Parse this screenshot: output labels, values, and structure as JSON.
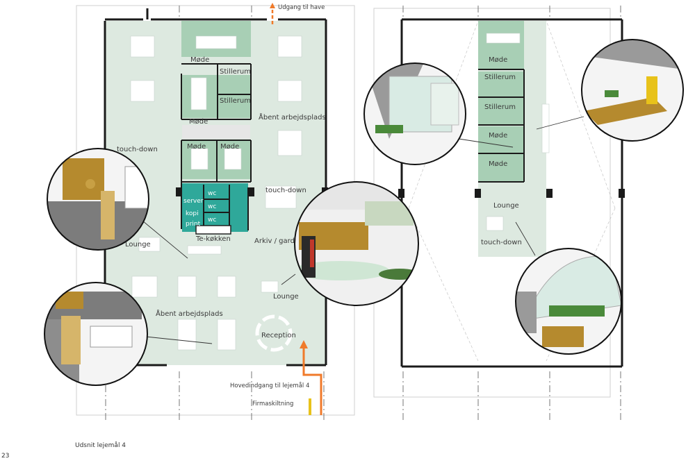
{
  "exit_garden": "Udgang til have",
  "main_entrance": "Hovedindgang til lejemål 4",
  "signage": "Firmaskiltning",
  "caption": "Udsnit lejemål 4",
  "page_number": "23",
  "left_plan": {
    "moede1": "Møde",
    "stillerum1": "Stillerum",
    "stillerum2": "Stillerum",
    "moede2": "Møde",
    "aabent1": "Åbent arbejdsplads",
    "touchdown_w": "touch-down",
    "moede3": "Møde",
    "moede4": "Møde",
    "wc1": "wc",
    "wc2": "wc",
    "wc3": "wc",
    "server": "server",
    "kopi": "kopi",
    "print": "print",
    "touchdown_e": "touch-down",
    "tekokken": "Te-køkken",
    "arkiv": "Arkiv / gard",
    "lounge_w": "Lounge",
    "lounge_e": "Lounge",
    "aabent2": "Åbent arbejdsplads",
    "reception": "Reception"
  },
  "right_plan": {
    "moede1": "Møde",
    "stillerum1": "Stillerum",
    "stillerum2": "Stillerum",
    "moede2": "Møde",
    "moede3": "Møde",
    "lounge": "Lounge",
    "touchdown": "touch-down"
  },
  "colors": {
    "mint": "#dde9e0",
    "sage": "#a8cfb5",
    "teal": "#2fa89a",
    "orange": "#f07a2a",
    "yellow": "#e8c21a",
    "wall": "#1a1a1a",
    "wood": "#b58a2e"
  }
}
